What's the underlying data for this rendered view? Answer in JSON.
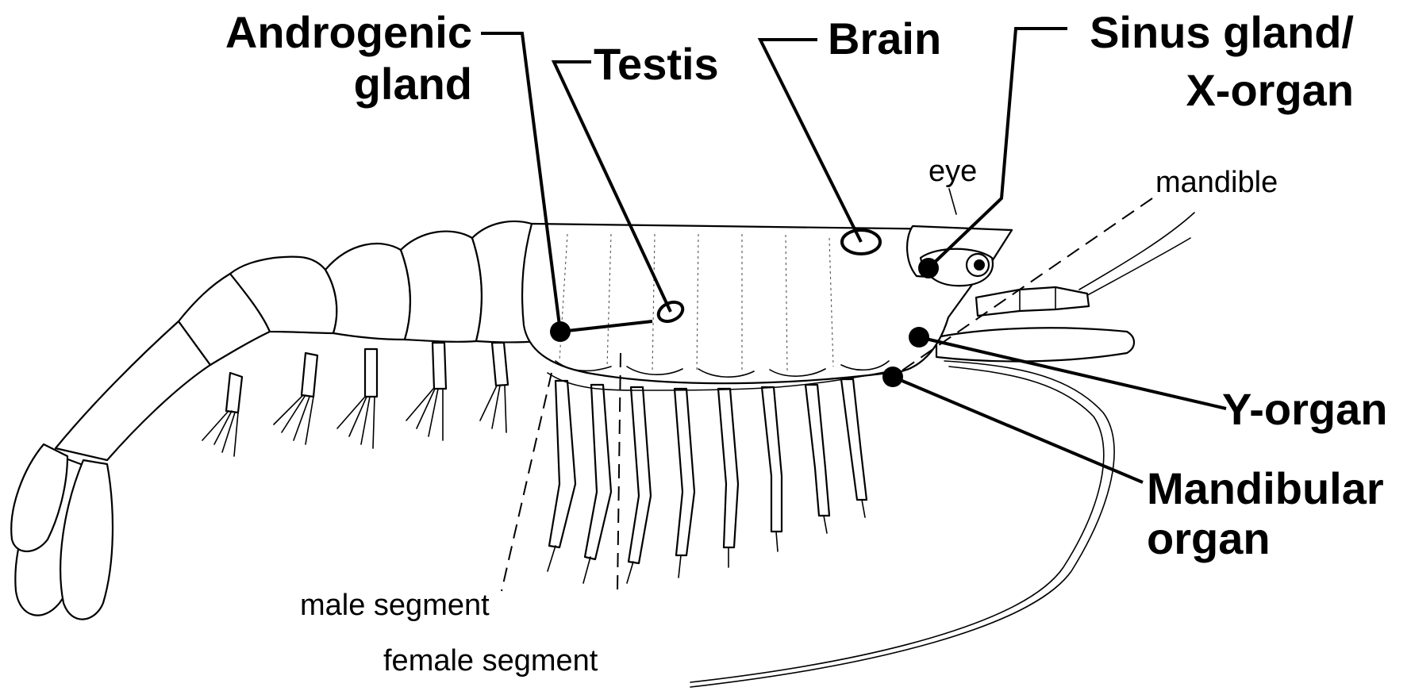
{
  "labels": {
    "androgenic_gland": [
      "Androgenic",
      "gland"
    ],
    "testis": "Testis",
    "brain": "Brain",
    "sinus_gland": [
      "Sinus gland/",
      "X-organ"
    ],
    "eye": "eye",
    "mandible": "mandible",
    "y_organ": "Y-organ",
    "mandibular_organ": [
      "Mandibular",
      "organ"
    ],
    "male_segment": "male segment",
    "female_segment": "female segment"
  },
  "colors": {
    "ink": "#000000",
    "background": "#ffffff"
  }
}
